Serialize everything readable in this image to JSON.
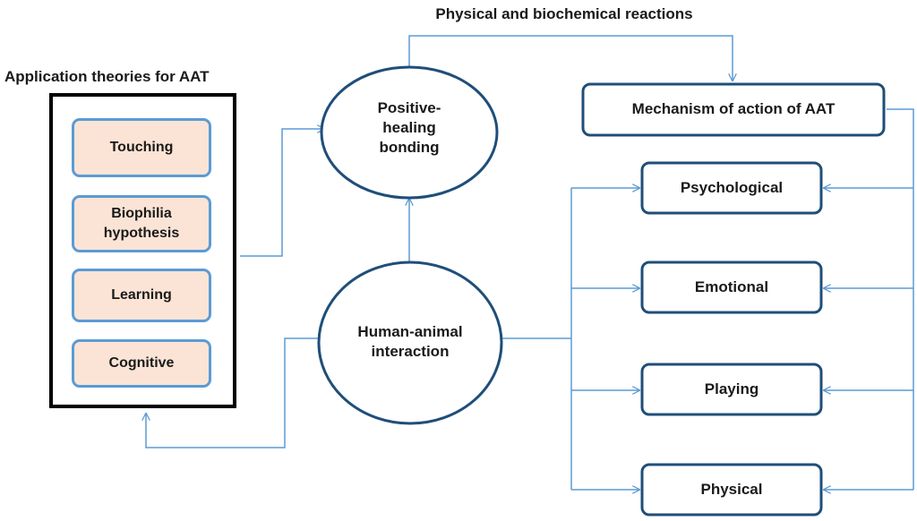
{
  "title": "Application theories for AAT",
  "top_label": "Physical and biochemical reactions",
  "theories": [
    "Touching",
    "Biophilia\nhypothesis",
    "Learning",
    "Cognitive"
  ],
  "center_nodes": {
    "bonding": "Positive-\nhealing\nbonding",
    "interaction": "Human-animal\ninteraction"
  },
  "mechanism": "Mechanism of action of AAT",
  "effects": [
    "Psychological",
    "Emotional",
    "Playing",
    "Physical"
  ],
  "colors": {
    "outline": "#1f4e79",
    "arrow": "#5b9bd5",
    "theory_fill": "#fbe4d5",
    "theory_border": "#5b9bd5",
    "frame": "#000000"
  }
}
